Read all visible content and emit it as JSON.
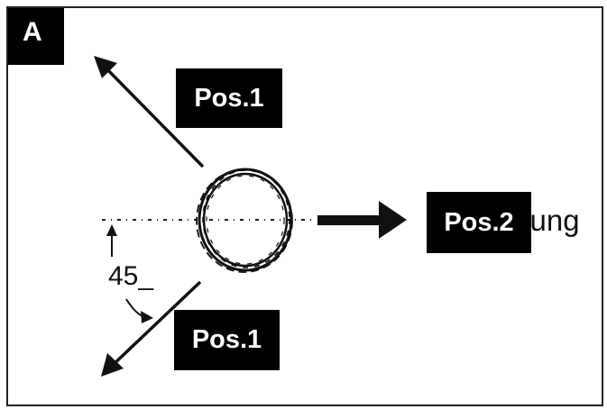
{
  "panel": {
    "letter": "A"
  },
  "labels": {
    "pos1_upper": "Pos.1",
    "pos2": "Pos.2",
    "pos1_lower": "Pos.1",
    "partial_text": "ntung",
    "angle": "45_"
  },
  "colors": {
    "ink": "#111111",
    "label_bg": "#000000",
    "label_fg": "#ffffff",
    "background": "#ffffff"
  }
}
